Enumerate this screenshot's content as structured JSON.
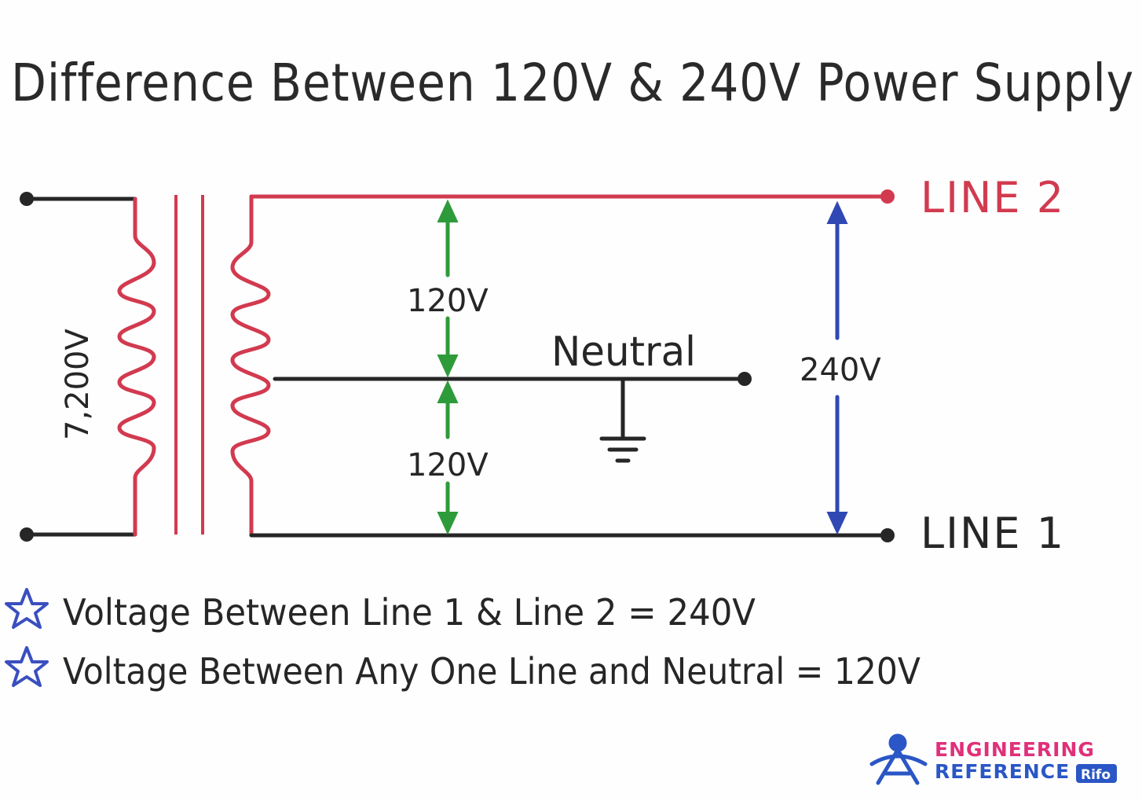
{
  "title": "Difference Between  120V & 240V Power Supply",
  "primary_voltage": "7,200V",
  "line2_label": "LINE 2",
  "line1_label": "LINE 1",
  "neutral_label": "Neutral",
  "upper_voltage": "120V",
  "lower_voltage": "120V",
  "line_voltage": "240V",
  "notes": [
    "Voltage Between Line 1 & Line 2 = 240V",
    "Voltage Between Any One Line and Neutral = 120V"
  ],
  "logo": {
    "line1": "ENGINEERING",
    "line2": "REFERENCE",
    "badge": "Rifo"
  },
  "colors": {
    "line2_wire": "#d23a4f",
    "line1_wire": "#262626",
    "coil": "#d23a4f",
    "arrow_120": "#2e9b3a",
    "arrow_240": "#2f48b4",
    "star": "#3a4fbf",
    "logo_pink": "#e0307a",
    "logo_blue": "#2a56c6"
  },
  "icons": [
    "transformer",
    "ground-icon",
    "star-icon",
    "engineering-reference-logo"
  ]
}
